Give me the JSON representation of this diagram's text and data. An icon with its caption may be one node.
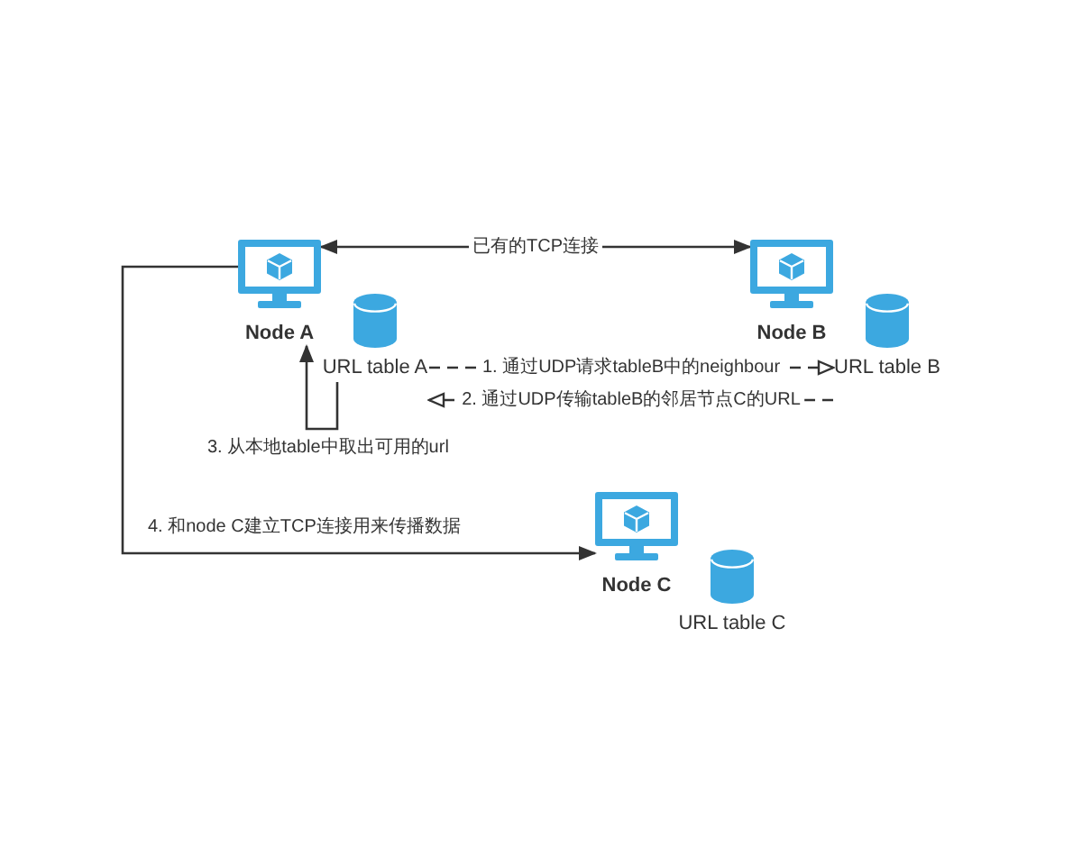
{
  "diagram": {
    "nodes": [
      {
        "text": [
          "Node A"
        ]
      },
      {
        "text": [
          "URL table A"
        ]
      },
      {
        "text": [
          "Node B"
        ]
      },
      {
        "text": [
          "URL table B"
        ]
      },
      {
        "text": [
          "Node C"
        ]
      },
      {
        "text": [
          "URL table C"
        ]
      }
    ],
    "edges": [
      {
        "from": 0,
        "to": 2,
        "arrow": "both",
        "label": "已有的TCP连接"
      },
      {
        "from": 1,
        "to": 3,
        "arrow": "to",
        "label": "1. 通过UDP请求tableB中的neighbour",
        "style": "dashed"
      },
      {
        "from": 3,
        "to": 1,
        "arrow": "to",
        "label": "2. 通过UDP传输tableB的邻居节点C的URL",
        "style": "dashed"
      },
      {
        "from": 1,
        "to": 0,
        "arrow": "to",
        "label": "3. 从本地table中取出可用的url"
      },
      {
        "from": 0,
        "to": 4,
        "arrow": "to",
        "label": "4. 和node C建立TCP连接用来传播数据"
      }
    ]
  }
}
